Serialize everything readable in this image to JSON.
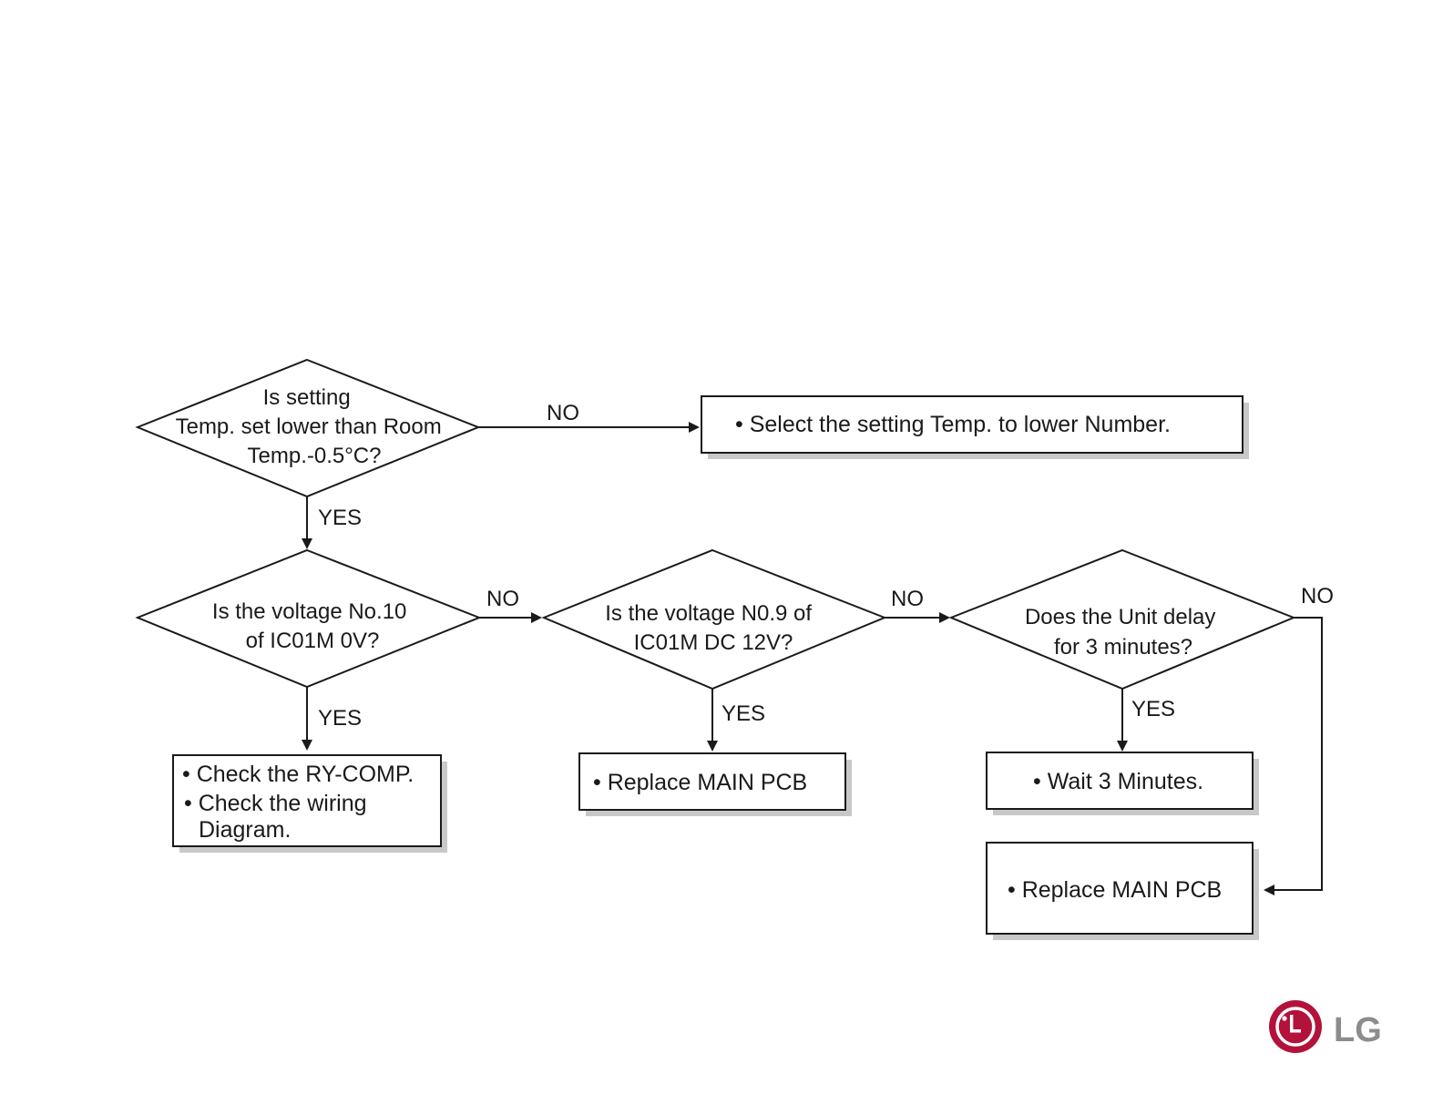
{
  "flowchart": {
    "decisions": {
      "d1": [
        "Is setting",
        "Temp. set lower  than Room",
        "Temp.-0.5°C?"
      ],
      "d2": [
        "Is the voltage No.10",
        "of IC01M 0V?"
      ],
      "d3": [
        "Is the voltage N0.9 of",
        "IC01M DC 12V?"
      ],
      "d4": [
        "Does the Unit delay",
        "for 3 minutes?"
      ]
    },
    "actions": {
      "a1": [
        "• Select the setting Temp. to lower Number."
      ],
      "a2": [
        "• Check the RY-COMP.",
        "• Check the wiring",
        "Diagram."
      ],
      "a3": [
        "• Replace MAIN  PCB"
      ],
      "a4": [
        "• Wait 3 Minutes."
      ],
      "a5": [
        "• Replace MAIN PCB"
      ]
    },
    "edge_labels": {
      "d1_no": "NO",
      "d1_yes": "YES",
      "d2_no": "NO",
      "d2_yes": "YES",
      "d3_no": "NO",
      "d3_yes": "YES",
      "d4_no": "NO",
      "d4_yes": "YES"
    }
  },
  "logo": {
    "text": "LG",
    "color": "#b3123a",
    "icon": "lg-logo-icon"
  },
  "colors": {
    "line": "#1a1a1a",
    "shadow": "#c8c8c8",
    "box_fill": "#ffffff"
  }
}
